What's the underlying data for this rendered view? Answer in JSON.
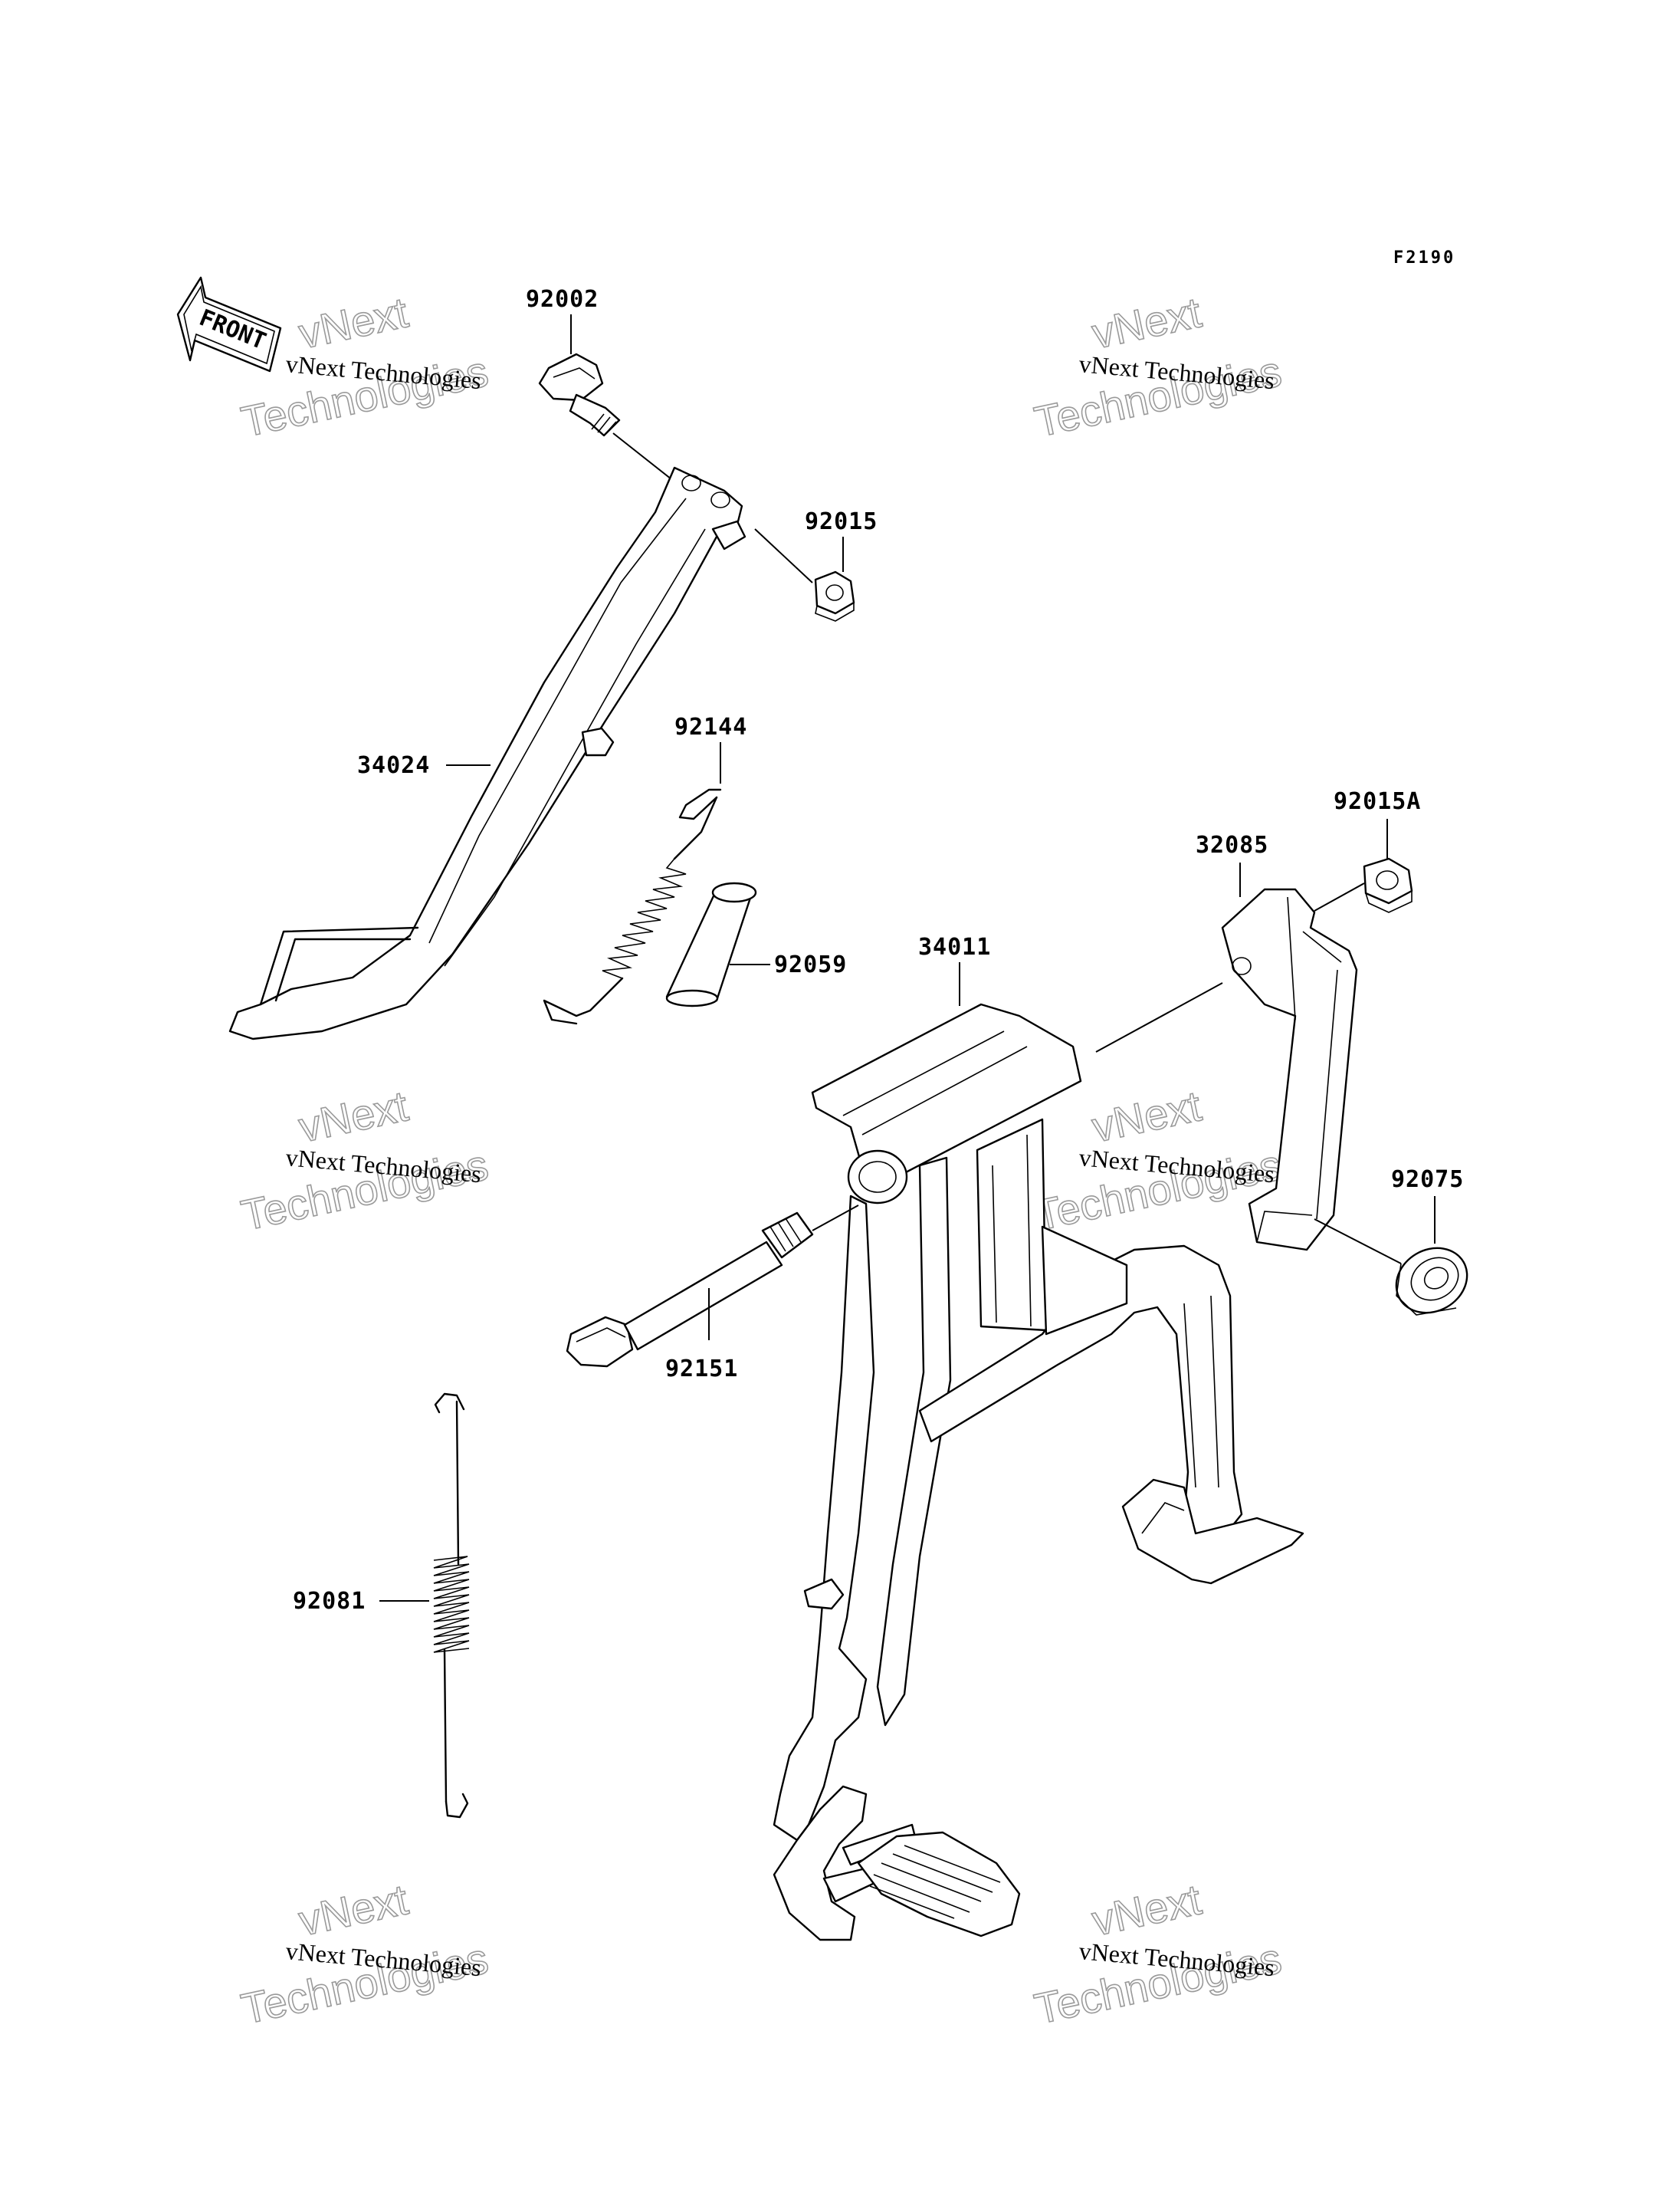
{
  "figure_code": "F2190",
  "front_arrow_label": "FRONT",
  "watermark": {
    "small_text": "vNext Technologies",
    "big_line1": "vNext",
    "big_line2": "Technologies"
  },
  "parts": {
    "p92002": "92002",
    "p92015": "92015",
    "p34024": "34024",
    "p92144": "92144",
    "p92059": "92059",
    "p92015A": "92015A",
    "p32085": "32085",
    "p34011": "34011",
    "p92075": "92075",
    "p92151": "92151",
    "p92081": "92081"
  }
}
